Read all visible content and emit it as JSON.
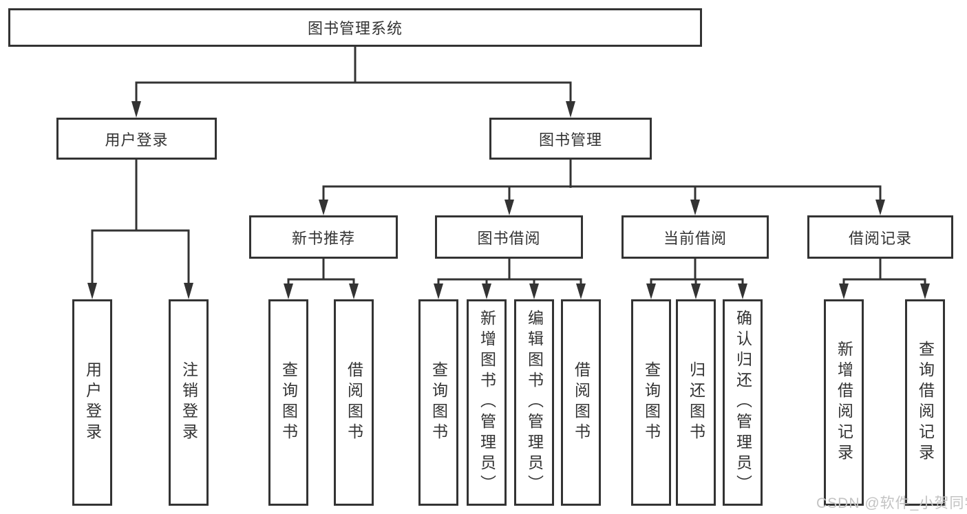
{
  "tree": {
    "label": "图书管理系统",
    "children": [
      {
        "label": "用户登录",
        "children": [
          {
            "label": "用户登录"
          },
          {
            "label": "注销登录"
          }
        ]
      },
      {
        "label": "图书管理",
        "children": [
          {
            "label": "新书推荐",
            "children": [
              {
                "label": "查询图书"
              },
              {
                "label": "借阅图书"
              }
            ]
          },
          {
            "label": "图书借阅",
            "children": [
              {
                "label": "查询图书"
              },
              {
                "label": "新增图书（管理员）"
              },
              {
                "label": "编辑图书（管理员）"
              },
              {
                "label": "借阅图书"
              }
            ]
          },
          {
            "label": "当前借阅",
            "children": [
              {
                "label": "查询图书"
              },
              {
                "label": "归还图书"
              },
              {
                "label": "确认归还（管理员）"
              }
            ]
          },
          {
            "label": "借阅记录",
            "children": [
              {
                "label": "新增借阅记录"
              },
              {
                "label": "查询借阅记录"
              }
            ]
          }
        ]
      }
    ]
  },
  "watermark": "CSDN @软件_小贺同学",
  "colors": {
    "line": "#333333",
    "box_border": "#333333",
    "text": "#333333",
    "background": "#ffffff",
    "watermark": "#c3c3c3"
  }
}
